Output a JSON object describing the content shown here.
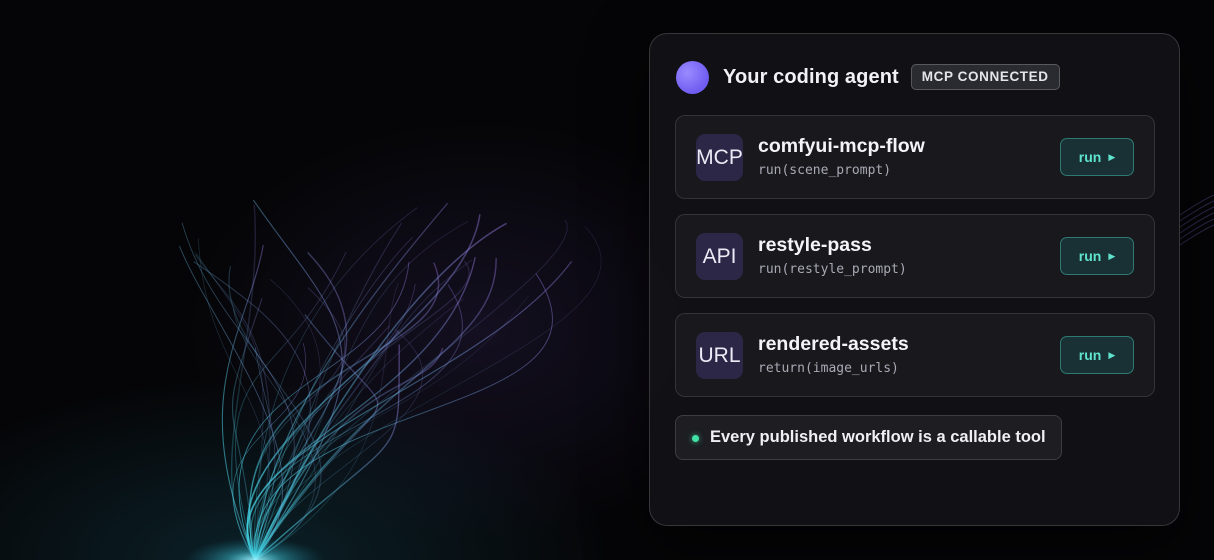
{
  "agent_panel": {
    "title": "Your coding agent",
    "status_badge": "MCP CONNECTED",
    "tools": [
      {
        "icon_label": "MCP",
        "name": "comfyui-mcp-flow",
        "signature": "run(scene_prompt)",
        "button_label": "run",
        "button_icon": "play-triangle-icon"
      },
      {
        "icon_label": "API",
        "name": "restyle-pass",
        "signature": "run(restyle_prompt)",
        "button_label": "run",
        "button_icon": "play-triangle-icon"
      },
      {
        "icon_label": "URL",
        "name": "rendered-assets",
        "signature": "return(image_urls)",
        "button_label": "run",
        "button_icon": "play-triangle-icon"
      }
    ],
    "footer_note": "Every published workflow is a callable tool"
  },
  "colors": {
    "accent_purple": "#7b68f5",
    "run_teal": "#5fe3cd",
    "status_green": "#41e2a6",
    "card_background": "#121216"
  }
}
